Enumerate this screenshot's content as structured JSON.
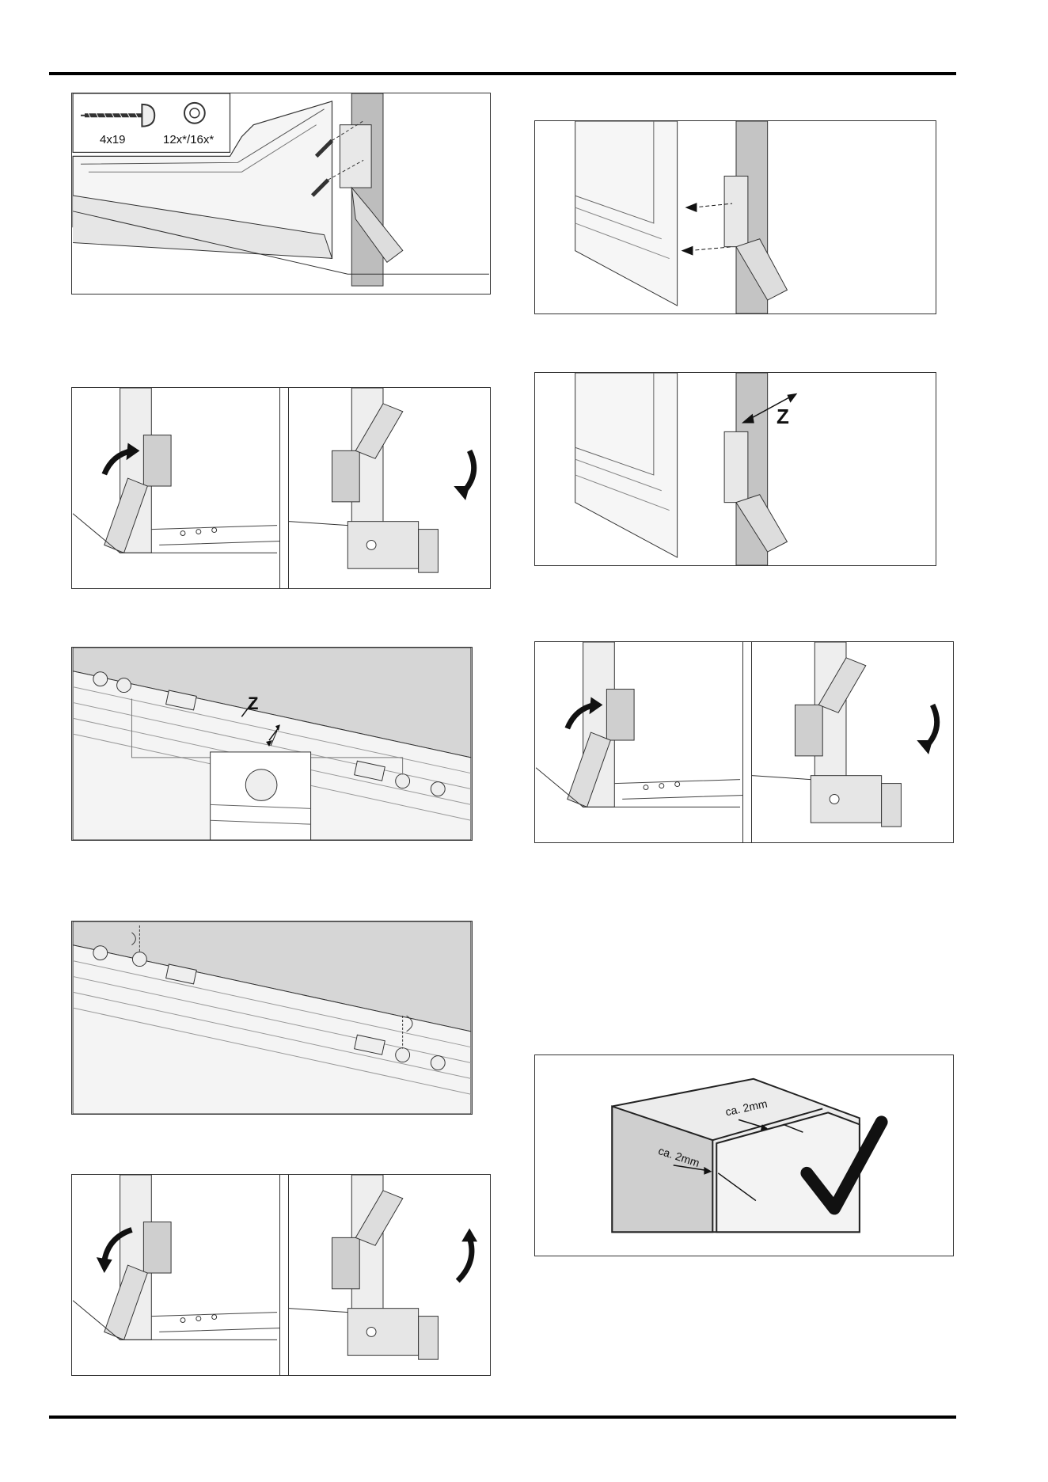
{
  "fig1": {
    "screw_size": "4x19",
    "screw_qty": "12x*/16x*"
  },
  "fig_z_door": {
    "z": "Z"
  },
  "fig_z_hinge": {
    "z": "Z"
  },
  "fig_gap": {
    "gap_top": "ca. 2mm",
    "gap_side": "ca. 2mm"
  }
}
